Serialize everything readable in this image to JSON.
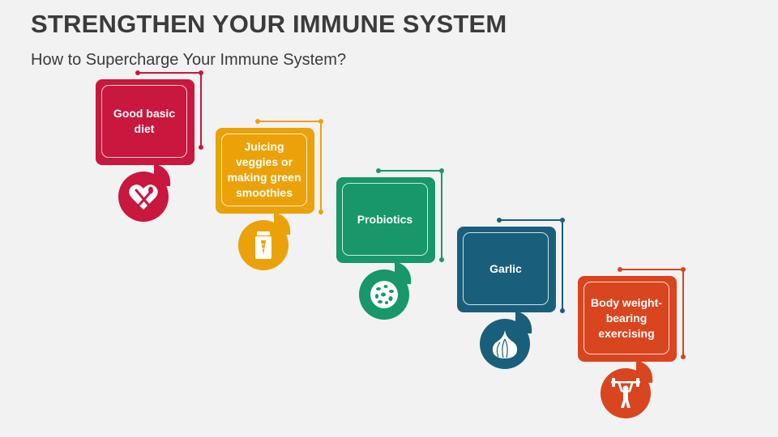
{
  "title": "STRENGTHEN YOUR IMMUNE SYSTEM",
  "subtitle": "How to Supercharge Your Immune System?",
  "steps": [
    {
      "label": "Good basic diet",
      "color": "#c9173e",
      "icon": "heart-fork-spoon-icon"
    },
    {
      "label": "Juicing veggies or making green smoothies",
      "color": "#eba208",
      "icon": "juice-jar-icon"
    },
    {
      "label": "Probiotics",
      "color": "#17976a",
      "icon": "probiotics-icon"
    },
    {
      "label": "Garlic",
      "color": "#195f7c",
      "icon": "garlic-icon"
    },
    {
      "label": "Body weight-bearing exercising",
      "color": "#d8451f",
      "icon": "weightlifter-icon"
    }
  ]
}
